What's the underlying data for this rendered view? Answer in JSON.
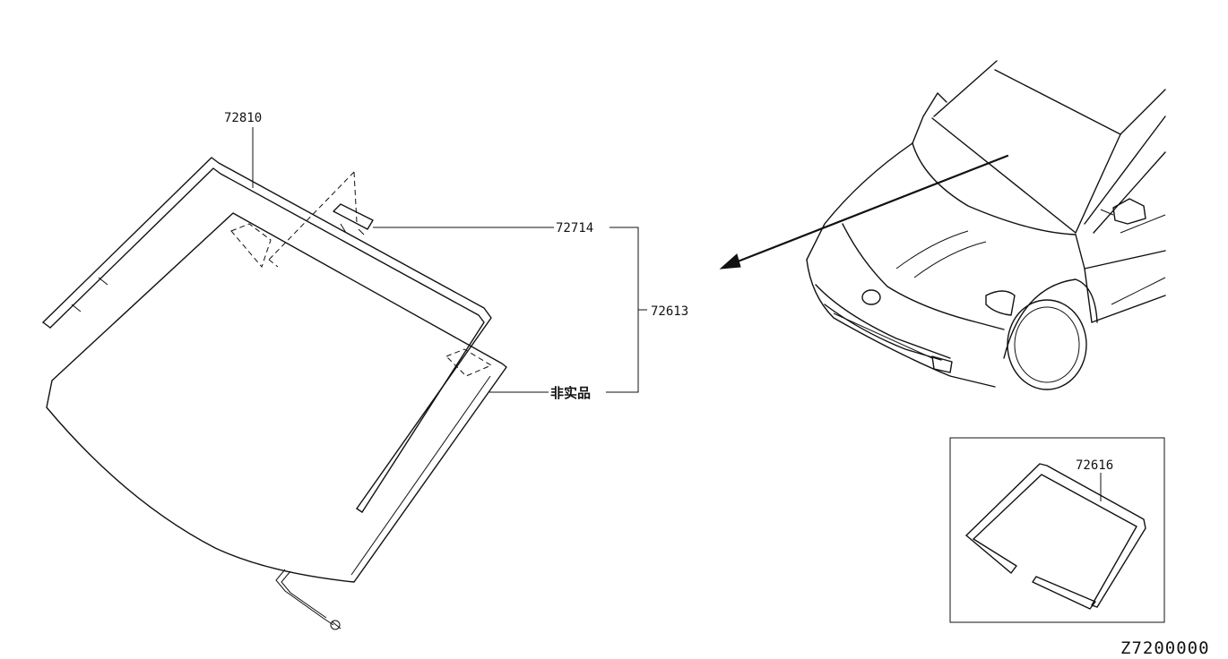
{
  "diagram": {
    "labels": {
      "part_72810": "72810",
      "part_72714": "72714",
      "part_72613": "72613",
      "part_not_sold": "非实品",
      "part_72616": "72616"
    },
    "drawing_code": "Z7200000"
  }
}
